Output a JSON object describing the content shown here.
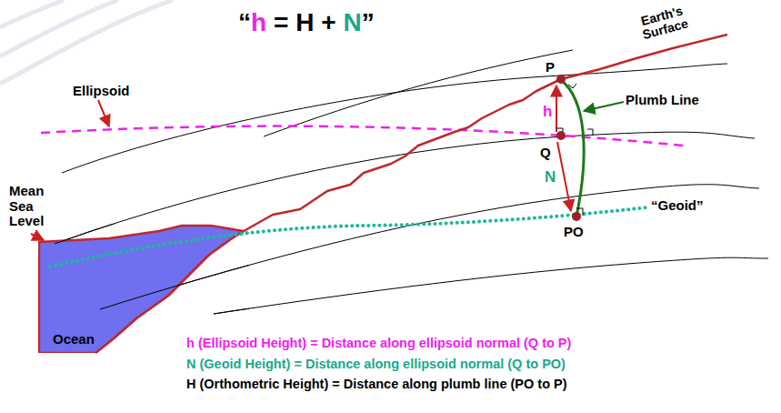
{
  "diagram": {
    "nodes": [
      {
        "text": [
          "Ocean"
        ]
      }
    ],
    "labels": [
      "“",
      "h",
      "= H +",
      "N",
      "”",
      "Earth's Surface",
      "Ellipsoid",
      "P",
      "Plumb Line",
      "h",
      "Q",
      "Mean Sea Level",
      "N",
      "“Geoid”",
      "PO",
      "h (Ellipsoid Height) = Distance along ellipsoid normal (Q to P)",
      "N (Geoid Height) = Distance along ellipsoid normal (Q to PO)",
      "H (Orthometric Height) = Distance along plumb line (PO to P)"
    ]
  }
}
